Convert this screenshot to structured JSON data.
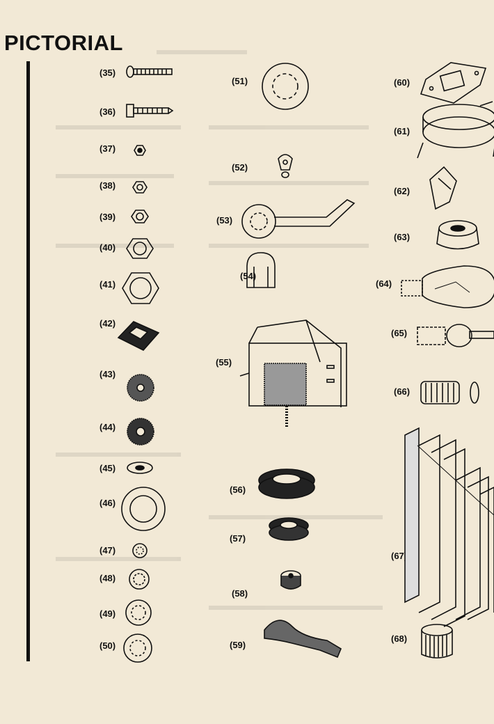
{
  "heading": "PICTORIAL",
  "labels": {
    "p35": "(35)",
    "p36": "(36)",
    "p37": "(37)",
    "p38": "(38)",
    "p39": "(39)",
    "p40": "(40)",
    "p41": "(41)",
    "p42": "(42)",
    "p43": "(43)",
    "p44": "(44)",
    "p45": "(45)",
    "p46": "(46)",
    "p47": "(47)",
    "p48": "(48)",
    "p49": "(49)",
    "p50": "(50)",
    "p51": "(51)",
    "p52": "(52)",
    "p53": "(53)",
    "p54": "(54)",
    "p55": "(55)",
    "p56": "(56)",
    "p57": "(57)",
    "p58": "(58)",
    "p59": "(59)",
    "p60": "(60)",
    "p61": "(61)",
    "p62": "(62)",
    "p63": "(63)",
    "p64": "(64)",
    "p65": "(65)",
    "p66": "(66)",
    "p67": "(67)",
    "p68": "(68)"
  }
}
